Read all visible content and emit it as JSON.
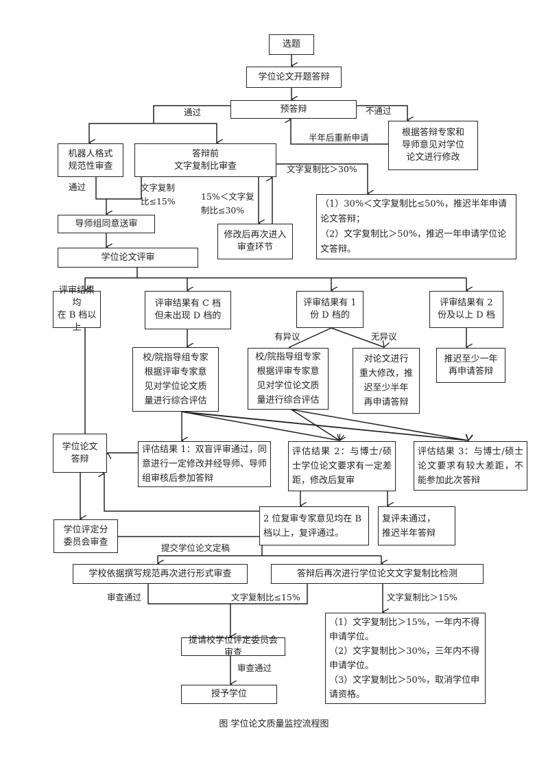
{
  "boxes": {
    "topic": "选题",
    "proposal": "学位论文开题答辩",
    "pre_defense": "预答辩",
    "revise_by_experts": "根据答辩专家和\n导师意见对学位\n论文进行修改",
    "robot_format_check": "机器人格式\n规范性审查",
    "similarity_check_pre": "答辩前\n文字复制比审查",
    "supervisor_approve": "导师组同意送审",
    "thesis_review": "学位论文评审",
    "revise_recheck": "修改后再次进入\n审查环节",
    "over_30_rules": "（1）30%＜文字复制比≤50%，推迟半年申请论文答辩；\n（2）文字复制比＞50%，推迟一年申请学位论文答辩。",
    "result_all_b": "评审结果均\n在 B 档以上",
    "result_c_no_d": "评审结果有 C 档\n但未出现 D 档的",
    "result_one_d": "评审结果有 1\n份 D 档的",
    "result_two_d": "评审结果有 2\n份及以上 D 档",
    "expert_eval_1": "校/院指导组专家\n根据评审专家意\n见对学位论文质\n量进行综合评估",
    "expert_eval_2": "校/院指导组专家\n根据评审专家意\n见对学位论文质\n量进行综合评估",
    "major_revision": "对论文进行\n重大修改，推\n迟至少半年\n再申请答辩",
    "delay_one_year": "推迟至少一年\n再申请答辩",
    "thesis_defense": "学位论文\n答辩",
    "eval_result_1": "评估结果 1：双盲评审通过，同意进行一定修改并经导师、导师组审核后参加答辩",
    "eval_result_2": "评估结果 2：与博士/硕士学位论文要求有一定差距，修改后复审",
    "eval_result_3": "评估结果 3：与博士/硕士论文要求有较大差距，不能参加此次答辩",
    "recheck_pass": "2 位复审专家意见均在 B 档以上，复评通过。",
    "recheck_fail": "复评未通过，\n推迟半年答辩",
    "committee_review": "学位评定分\n委员会审查",
    "school_format_check": "学校依据撰写规范再次进行形式审查",
    "similarity_check_post": "答辩后再次进行学位论文文字复制比检测",
    "school_committee": "提请校学位评定委员会审查",
    "degree_award": "授予学位",
    "over_15_rules": "（1）文字复制比＞15%，一年内不得申请学位。\n（2）文字复制比＞30%，三年内不得申请学位。\n（3）文字复制比＞50%，取消学位申请资格。"
  },
  "labels": {
    "pass_1": "通过",
    "fail_1": "不通过",
    "reapply_half_year": "半年后重新申请",
    "pass_2": "通过",
    "sim_le_15": "文字复制\n比≤15%",
    "sim_15_30": "15%＜文字复\n制比≤30%",
    "sim_gt_30": "文字复制比＞30%",
    "objection": "有异议",
    "no_objection": "无异议",
    "submit_final": "提交学位论文定稿",
    "review_pass_1": "审查通过",
    "sim_le_15_b": "文字复制比≤15%",
    "sim_gt_15": "文字复制比＞15%",
    "review_pass_2": "审查通过"
  },
  "caption": "图    学位论文质量监控流程图"
}
